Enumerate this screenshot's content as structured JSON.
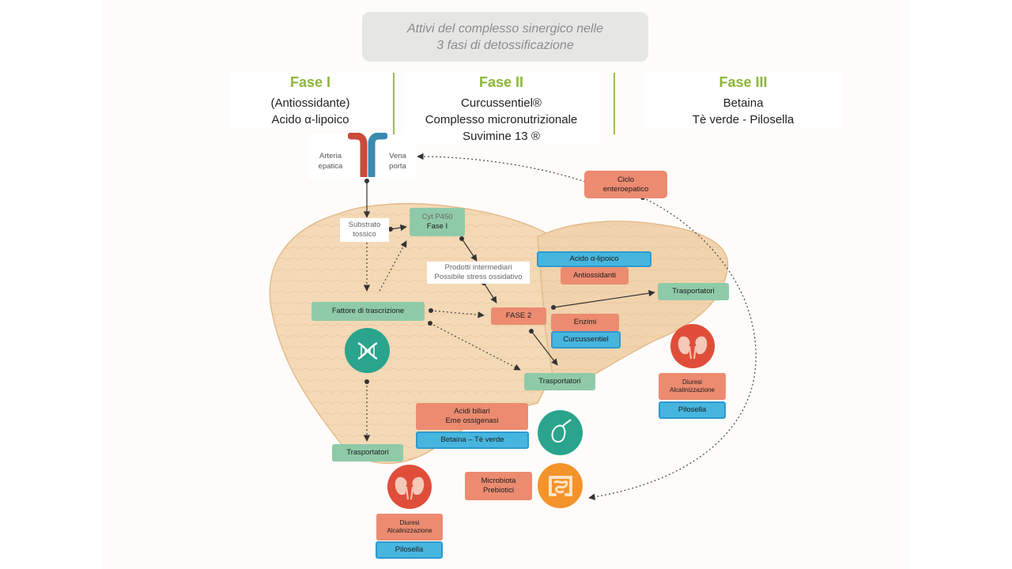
{
  "title": {
    "line1": "Attivi del complesso sinergico nelle",
    "line2": "3 fasi di detossificazione"
  },
  "phases": [
    {
      "title": "Fase I",
      "line1": "(Antiossidante)",
      "line2": "Acido α-lipoico",
      "line3": ""
    },
    {
      "title": "Fase II",
      "line1": "Curcussentiel®",
      "line2": "Complesso micronutrizionale",
      "line3": "Suvimine 13 ®"
    },
    {
      "title": "Fase III",
      "line1": "Betaina",
      "line2": "Tè verde - Pilosella",
      "line3": ""
    }
  ],
  "vessels": {
    "arteria": [
      "Arteria",
      "epatica"
    ],
    "vena": [
      "Vena",
      "porta"
    ]
  },
  "nodes": {
    "substrato": [
      "Substrato",
      "tossico"
    ],
    "cyt": [
      "Cyt P450",
      "Fase I"
    ],
    "prodotti": [
      "Prodotti intermediari",
      "Possibile stress ossidativo"
    ],
    "fattore": "Fattore di trascrizione",
    "fase2": "FASE 2",
    "acido_lipoico": "Acido α-lipoico",
    "antiossidanti": "Antiossidanti",
    "enzimi": "Enzimi",
    "curcussentiel": "Curcussentiel",
    "trasportatori_right": "Trasportatori",
    "trasportatori_mid": "Trasportatori",
    "trasportatori_left": "Trasportatori",
    "ciclo": [
      "Ciclo",
      "enteroepatico"
    ],
    "acidi_biliari": [
      "Acidi biliari",
      "Eme ossigenasi"
    ],
    "betaina_te": "Betaina – Tè verde",
    "microbiota": [
      "Microbiota",
      "Prebiotici"
    ],
    "diuresi_right": [
      "Diuresi",
      "Alcalinizzazione"
    ],
    "pilosella_right": "Pilosella",
    "diuresi_left": [
      "Diuresi",
      "Alcalinizzazione"
    ],
    "pilosella_left": "Pilosella"
  },
  "colors": {
    "phase_title": "#8db63c",
    "green_box": "#8fcaa8",
    "salmon_box": "#ec8b70",
    "blue_box": "#46b6df",
    "liver": "#f3d9b6",
    "kidney_circle": "#e04e3a",
    "dna_circle": "#2aa48c",
    "gallbladder_circle": "#2aa48c",
    "intestine_circle": "#f4932a"
  },
  "icons": {
    "vessels": "blood-vessels-icon",
    "dna": "dna-icon",
    "kidney": "kidneys-icon",
    "gallbladder": "gallbladder-icon",
    "intestine": "intestine-icon"
  }
}
